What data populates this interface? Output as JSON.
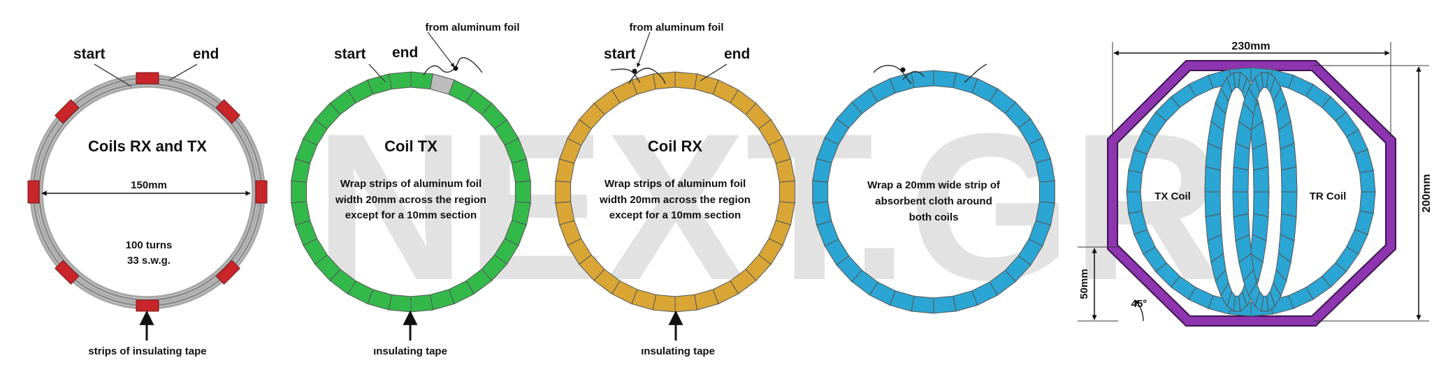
{
  "watermark": "NEXT.GR",
  "colors": {
    "wire": "#a8a8a8",
    "tape": "#c8262a",
    "tx_foil": "#33b94a",
    "rx_foil": "#d9a636",
    "cloth": "#2ba5d3",
    "frame": "#8e35b0",
    "foil_gap": "#bcbcbc",
    "segment_edge": "#555555"
  },
  "coil1": {
    "title": "Coils RX and TX",
    "start": "start",
    "end": "end",
    "diameter": "150mm",
    "turns": "100 turns",
    "wire_gauge": "33 s.w.g.",
    "tape_caption": "strips of insulating tape"
  },
  "coil2": {
    "title": "Coil TX",
    "start": "start",
    "end": "end",
    "foil_note": "from aluminum foil",
    "desc_line1": "Wrap strips of aluminum foil",
    "desc_line2": "width 20mm across the region",
    "desc_line3": "except for a 10mm section",
    "tape_caption": "ınsulating tape"
  },
  "coil3": {
    "title": "Coil RX",
    "start": "start",
    "end": "end",
    "foil_note": "from aluminum foil",
    "desc_line1": "Wrap strips of aluminum foil",
    "desc_line2": "width 20mm across the region",
    "desc_line3": "except for a 10mm section",
    "tape_caption": "ınsulating tape"
  },
  "coil4": {
    "desc_line1": "Wrap a 20mm wide strip of",
    "desc_line2": "absorbent cloth around",
    "desc_line3": "both coils"
  },
  "assembly": {
    "width": "230mm",
    "height": "200mm",
    "corner": "50mm",
    "angle": "45°",
    "tx_label": "TX Coil",
    "tr_label": "TR Coil"
  }
}
